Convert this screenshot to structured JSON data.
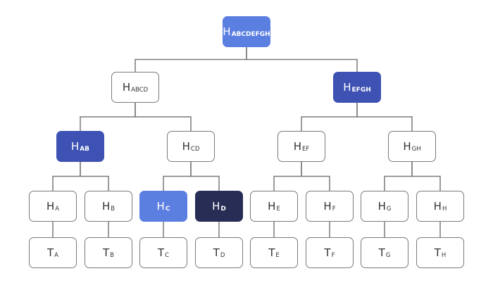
{
  "colors": {
    "light_blue": "#5b7fe1",
    "mid_blue": "#3d52b3",
    "dark_navy": "#272d55",
    "plain": "#ffffff",
    "edge": "#7a7a7a"
  },
  "nodes": [
    {
      "id": "ABCDEFGH",
      "main": "H",
      "sub": "ABCDEFGH",
      "fill": "light_blue"
    },
    {
      "id": "ABCD",
      "main": "H",
      "sub": "ABCD",
      "fill": "plain"
    },
    {
      "id": "EFGH",
      "main": "H",
      "sub": "EFGH",
      "fill": "mid_blue"
    },
    {
      "id": "AB",
      "main": "H",
      "sub": "AB",
      "fill": "mid_blue"
    },
    {
      "id": "CD",
      "main": "H",
      "sub": "CD",
      "fill": "plain"
    },
    {
      "id": "EF",
      "main": "H",
      "sub": "EF",
      "fill": "plain"
    },
    {
      "id": "GH",
      "main": "H",
      "sub": "GH",
      "fill": "plain"
    },
    {
      "id": "A",
      "main": "H",
      "sub": "A",
      "fill": "plain"
    },
    {
      "id": "B",
      "main": "H",
      "sub": "B",
      "fill": "plain"
    },
    {
      "id": "C",
      "main": "H",
      "sub": "C",
      "fill": "light_blue"
    },
    {
      "id": "D",
      "main": "H",
      "sub": "D",
      "fill": "dark_navy"
    },
    {
      "id": "E",
      "main": "H",
      "sub": "E",
      "fill": "plain"
    },
    {
      "id": "F",
      "main": "H",
      "sub": "F",
      "fill": "plain"
    },
    {
      "id": "G",
      "main": "H",
      "sub": "G",
      "fill": "plain"
    },
    {
      "id": "Hh",
      "main": "H",
      "sub": "H",
      "fill": "plain"
    },
    {
      "id": "TA",
      "main": "T",
      "sub": "A",
      "fill": "plain"
    },
    {
      "id": "TB",
      "main": "T",
      "sub": "B",
      "fill": "plain"
    },
    {
      "id": "TC",
      "main": "T",
      "sub": "C",
      "fill": "plain"
    },
    {
      "id": "TD",
      "main": "T",
      "sub": "D",
      "fill": "plain"
    },
    {
      "id": "TE",
      "main": "T",
      "sub": "E",
      "fill": "plain"
    },
    {
      "id": "TF",
      "main": "T",
      "sub": "F",
      "fill": "plain"
    },
    {
      "id": "TG",
      "main": "T",
      "sub": "G",
      "fill": "plain"
    },
    {
      "id": "TH",
      "main": "T",
      "sub": "H",
      "fill": "plain"
    }
  ],
  "edges": [
    [
      "ABCDEFGH",
      "ABCD"
    ],
    [
      "ABCDEFGH",
      "EFGH"
    ],
    [
      "ABCD",
      "AB"
    ],
    [
      "ABCD",
      "CD"
    ],
    [
      "EFGH",
      "EF"
    ],
    [
      "EFGH",
      "GH"
    ],
    [
      "AB",
      "A"
    ],
    [
      "AB",
      "B"
    ],
    [
      "CD",
      "C"
    ],
    [
      "CD",
      "D"
    ],
    [
      "EF",
      "E"
    ],
    [
      "EF",
      "F"
    ],
    [
      "GH",
      "G"
    ],
    [
      "GH",
      "Hh"
    ],
    [
      "A",
      "TA"
    ],
    [
      "B",
      "TB"
    ],
    [
      "C",
      "TC"
    ],
    [
      "D",
      "TD"
    ],
    [
      "E",
      "TE"
    ],
    [
      "F",
      "TF"
    ],
    [
      "G",
      "TG"
    ],
    [
      "Hh",
      "TH"
    ]
  ]
}
